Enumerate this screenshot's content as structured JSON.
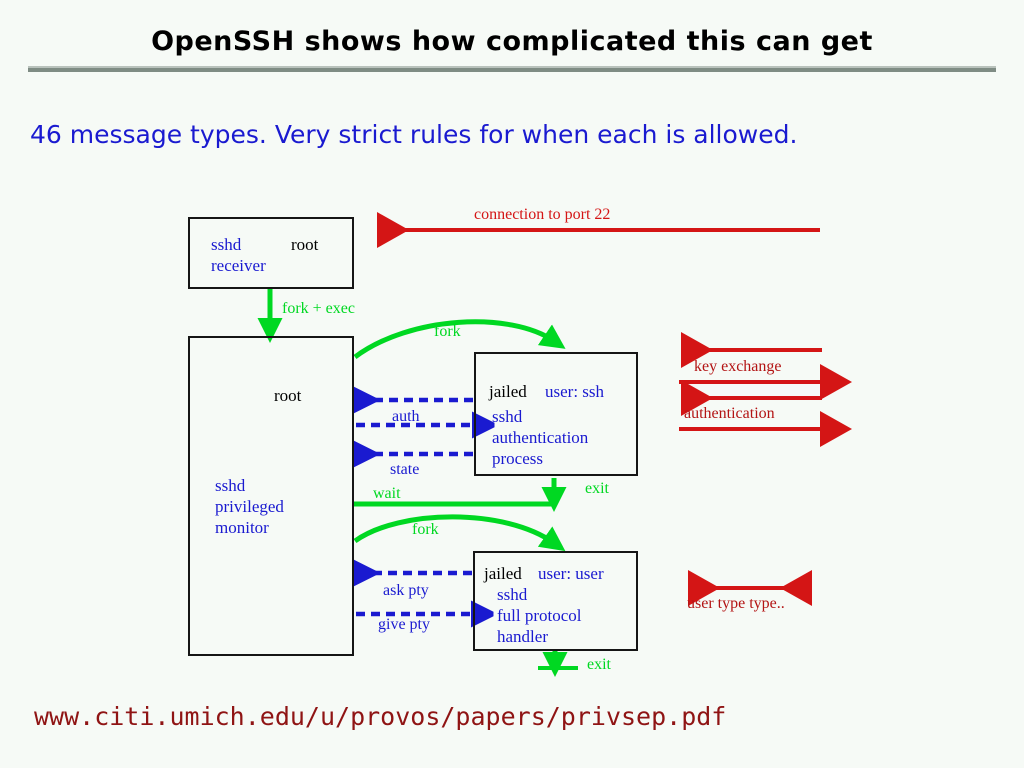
{
  "slide": {
    "title": "OpenSSH shows how complicated this can get",
    "subtitle": "46 message types.  Very strict rules for when each is allowed.",
    "footer_url": "www.citi.umich.edu/u/provos/papers/privsep.pdf"
  },
  "colors": {
    "background": "#f6faf6",
    "title_text": "#000000",
    "rule": "#7f8c84",
    "subtitle_text": "#1a1ad0",
    "box_border": "#151515",
    "green_arrow": "#00d822",
    "red_arrow": "#d41515",
    "blue_arrow": "#1a1ad0",
    "url_text": "#8f1414"
  },
  "diagram": {
    "boxes": [
      {
        "id": "sshd-receiver",
        "lines": [
          {
            "text": "sshd",
            "color": "blue"
          },
          {
            "text": "root",
            "color": "black"
          },
          {
            "text": "receiver",
            "color": "blue"
          }
        ]
      },
      {
        "id": "privileged-monitor",
        "lines": [
          {
            "text": "root",
            "color": "black"
          },
          {
            "text": "sshd",
            "color": "blue"
          },
          {
            "text": "privileged",
            "color": "blue"
          },
          {
            "text": "monitor",
            "color": "blue"
          }
        ]
      },
      {
        "id": "auth-process",
        "lines": [
          {
            "text": "jailed",
            "color": "black"
          },
          {
            "text": "user: ssh",
            "color": "blue"
          },
          {
            "text": "sshd",
            "color": "blue"
          },
          {
            "text": "authentication",
            "color": "blue"
          },
          {
            "text": "process",
            "color": "blue"
          }
        ]
      },
      {
        "id": "protocol-handler",
        "lines": [
          {
            "text": "jailed",
            "color": "black"
          },
          {
            "text": "user: user",
            "color": "blue"
          },
          {
            "text": "sshd",
            "color": "blue"
          },
          {
            "text": "full protocol",
            "color": "blue"
          },
          {
            "text": "handler",
            "color": "blue"
          }
        ]
      }
    ],
    "labels": {
      "connection_to_port": "connection to port 22",
      "fork_exec": "fork + exec",
      "fork_auth": "fork",
      "fork_handler": "fork",
      "auth": "auth",
      "state": "state",
      "wait": "wait",
      "exit_auth": "exit",
      "exit_handler": "exit",
      "ask_pty": "ask pty",
      "give_pty": "give pty",
      "key_exchange": "key exchange",
      "authentication": "authentication",
      "user_type": "user type type.."
    }
  }
}
